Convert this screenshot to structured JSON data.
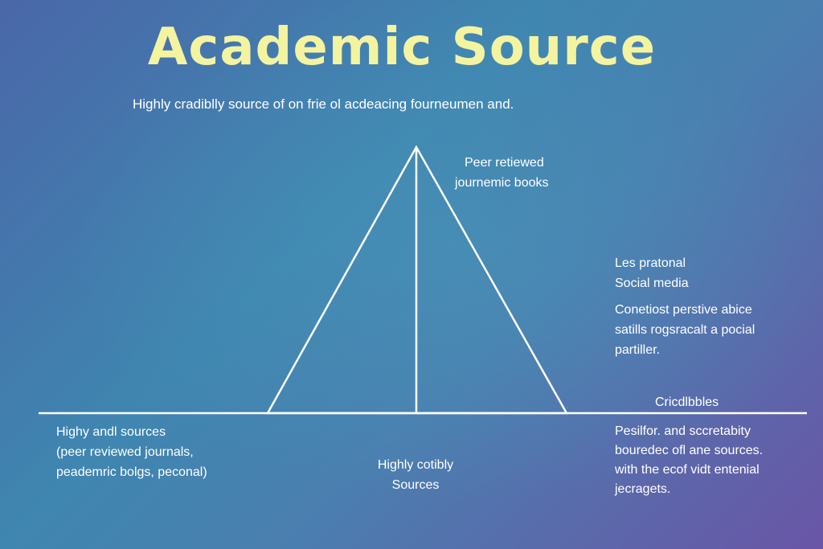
{
  "title": "Academic  Source",
  "subtitle": "Highly cradiblly source of on frie ol acdeacing fourneumen and.",
  "peer_label": [
    "Peer retiewed",
    "journemic books"
  ],
  "social_label": {
    "heading": [
      "Les pratonal",
      "Social media"
    ],
    "body": [
      "Conetiost perstive abice",
      "satills rogsracalt a pocial",
      "partiller."
    ]
  },
  "credibles_label": "Cricdlbbles",
  "left_label": [
    "Highy andl sources",
    "(peer reviewed journals,",
    "peademric bolgs, peconal)"
  ],
  "bottom_label": [
    "Highly cotibly",
    "Sources"
  ],
  "right_label": [
    "Pesilfor. and sccretabity",
    "bouredec ofl ane sources.",
    "with the ecof vidt entenial",
    "jecragets."
  ],
  "colors": {
    "title": "#f4f3a0",
    "lines": "#ffffff"
  }
}
